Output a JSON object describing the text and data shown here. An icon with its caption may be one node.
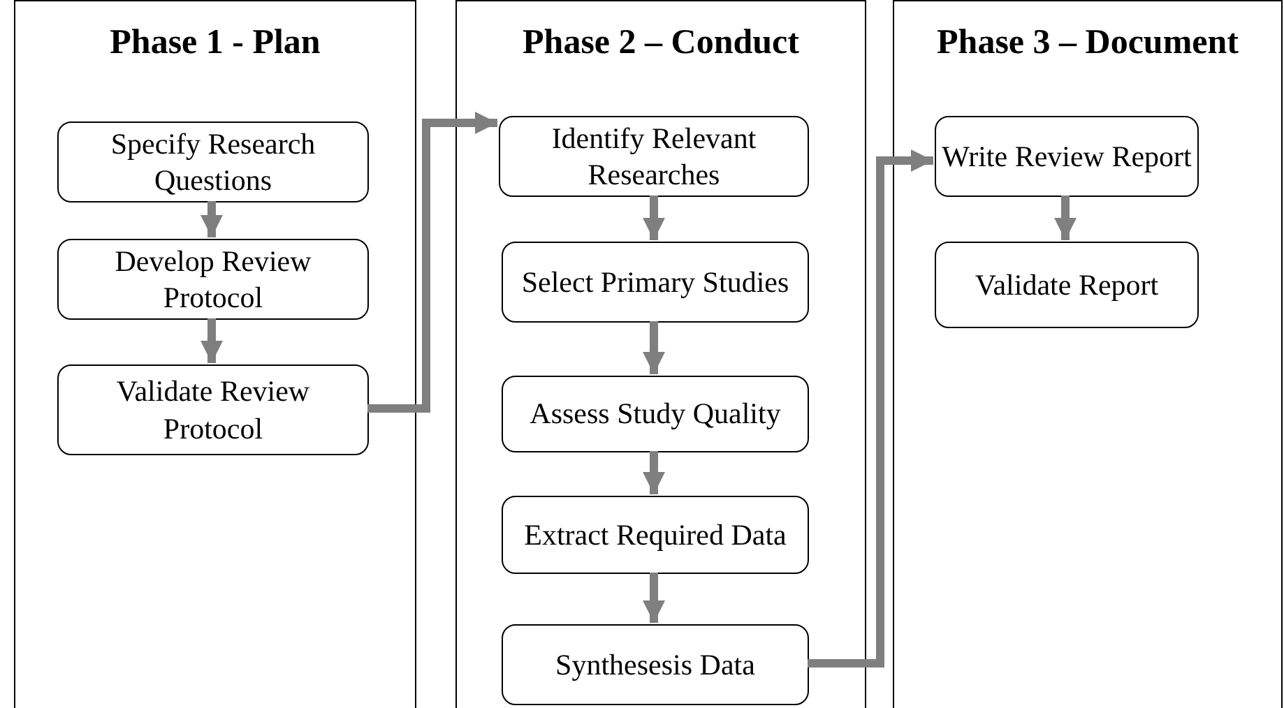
{
  "diagram": {
    "nodes": [
      {
        "text": [
          "Phase 1 - Plan"
        ]
      },
      {
        "text": [
          "Specify Research Questions"
        ],
        "in": 0
      },
      {
        "text": [
          "Develop Review Protocol"
        ],
        "in": 0
      },
      {
        "text": [
          "Validate Review Protocol"
        ],
        "in": 0
      },
      {
        "text": [
          "Phase 2 – Conduct"
        ]
      },
      {
        "text": [
          "Identify Relevant Researches"
        ],
        "in": 4
      },
      {
        "text": [
          "Select Primary Studies"
        ],
        "in": 4
      },
      {
        "text": [
          "Assess Study Quality"
        ],
        "in": 4
      },
      {
        "text": [
          "Extract Required Data"
        ],
        "in": 4
      },
      {
        "text": [
          "Synthesesis Data"
        ],
        "in": 4
      },
      {
        "text": [
          "Phase 3 – Document"
        ]
      },
      {
        "text": [
          "Write Review Report"
        ],
        "in": 10
      },
      {
        "text": [
          "Validate Report"
        ],
        "in": 10
      }
    ],
    "edges": [
      {
        "from": 1,
        "to": 2,
        "arrow": "to"
      },
      {
        "from": 2,
        "to": 3,
        "arrow": "to"
      },
      {
        "from": 3,
        "to": 5,
        "arrow": "to"
      },
      {
        "from": 5,
        "to": 6,
        "arrow": "to"
      },
      {
        "from": 6,
        "to": 7,
        "arrow": "to"
      },
      {
        "from": 7,
        "to": 8,
        "arrow": "to"
      },
      {
        "from": 8,
        "to": 9,
        "arrow": "to"
      },
      {
        "from": 9,
        "to": 11,
        "arrow": "to"
      },
      {
        "from": 11,
        "to": 12,
        "arrow": "to"
      }
    ]
  }
}
